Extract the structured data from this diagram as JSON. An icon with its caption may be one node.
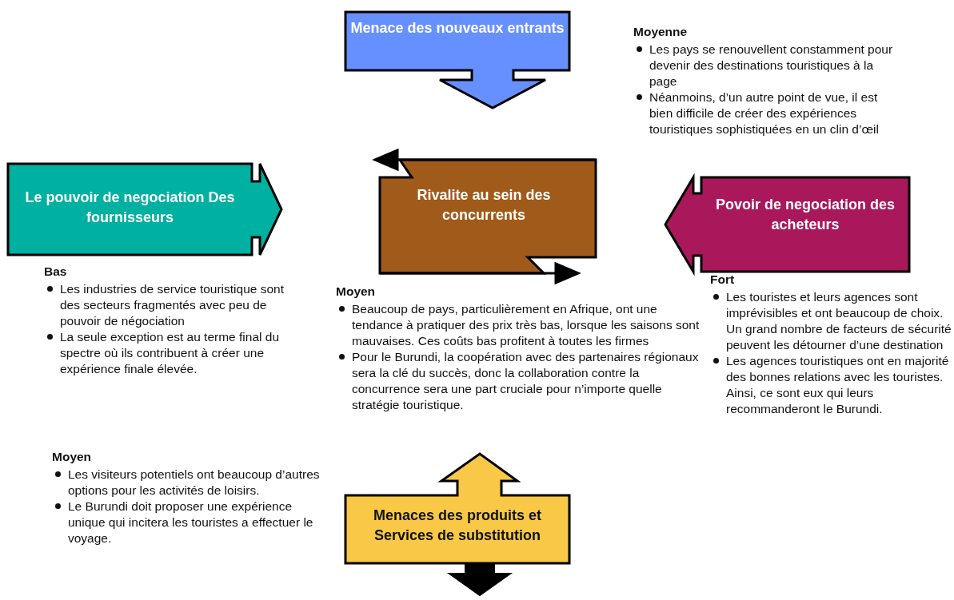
{
  "diagram": {
    "nodes": [
      {
        "text": [
          "Menace des nouveaux entrants"
        ],
        "beside": [
          "Moyenne",
          "Les pays se renouvellent constamment pour devenir des destinations touristiques à la page",
          "Néanmoins, d’un autre point de vue, il est bien difficile de créer des expériences touristiques sophistiquées en un clin d’œil"
        ]
      },
      {
        "text": [
          "Le pouvoir de negociation Des fournisseurs"
        ],
        "beside": [
          "Bas",
          "Les industries de service touristique sont des secteurs fragmentés avec peu de pouvoir de négociation",
          "La seule exception est  au terme final du spectre où ils contribuent à créer une expérience finale élevée."
        ]
      },
      {
        "text": [
          "Rivalite au sein des concurrents"
        ],
        "beside": [
          "Moyen",
          "Beaucoup de pays, particulièrement en Afrique, ont une tendance à pratiquer des prix très bas, lorsque les saisons sont mauvaises. Ces coûts bas profitent à toutes les firmes",
          "Pour le Burundi, la coopération avec des partenaires régionaux sera la clé du succès, donc la collaboration contre la concurrence sera une part cruciale pour n’importe quelle stratégie touristique."
        ]
      },
      {
        "text": [
          "Povoir de negociation des acheteurs"
        ],
        "beside": [
          "Fort",
          "Les touristes et leurs agences sont imprévisibles et ont beaucoup de choix. Un grand nombre de facteurs de sécurité peuvent les détourner d’une destination",
          "Les agences touristiques ont en majorité des bonnes relations avec les touristes. Ainsi, ce sont eux qui leurs recommanderont le Burundi."
        ]
      },
      {
        "text": [
          "Menaces des produits et Services de substitution"
        ],
        "beside": [
          "Moyen",
          "Les visiteurs potentiels ont  beaucoup d’autres options pour les activités de loisirs.",
          "Le Burundi doit proposer une expérience unique qui  incitera les touristes a effectuer le voyage."
        ]
      }
    ],
    "edges": []
  }
}
